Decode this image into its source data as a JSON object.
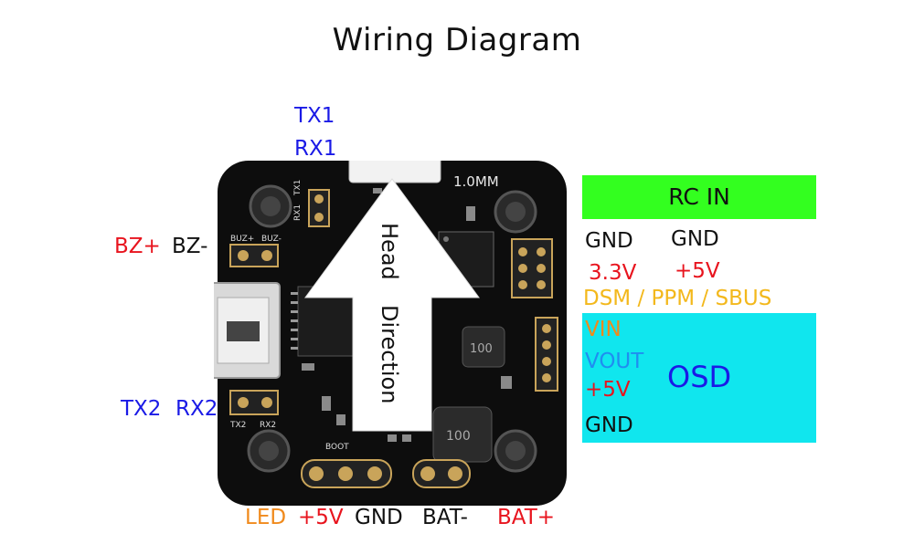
{
  "title": "Wiring Diagram",
  "board": {
    "connector_label": "1.0MM",
    "arrow_text_1": "Head",
    "arrow_text_2": "Direction",
    "silk_tx1": "TX1",
    "silk_rx1": "RX1",
    "silk_buz_plus": "BUZ+",
    "silk_buz_minus": "BUZ-",
    "silk_tx2": "TX2",
    "silk_rx2": "RX2",
    "silk_boot": "BOOT",
    "inductor_small": "100",
    "inductor_large": "100"
  },
  "labels": {
    "tx1": "TX1",
    "rx1": "RX1",
    "bz_plus": "BZ+",
    "bz_minus": "BZ-",
    "tx2": "TX2",
    "rx2": "RX2",
    "led": "LED",
    "plus5v_bottom": "+5V",
    "gnd_bottom": "GND",
    "bat_minus": "BAT-",
    "bat_plus": "BAT+"
  },
  "rc_in": {
    "title": "RC IN",
    "gnd_left": "GND",
    "gnd_right": "GND",
    "v33": "3.3V",
    "v5": "+5V",
    "protocols": "DSM / PPM / SBUS"
  },
  "osd": {
    "title": "OSD",
    "vin": "VIN",
    "vout": "VOUT",
    "plus5v": "+5V",
    "gnd": "GND"
  },
  "colors": {
    "rc_box": "#33ff1f",
    "osd_box": "#10e6ee",
    "blue_label": "#1a1ae6",
    "red_label": "#e8141e",
    "orange_label": "#f08a1c",
    "yellow_label": "#f3b81c",
    "sky_label": "#1f8ef0",
    "pcb": "#0d0d0d"
  }
}
